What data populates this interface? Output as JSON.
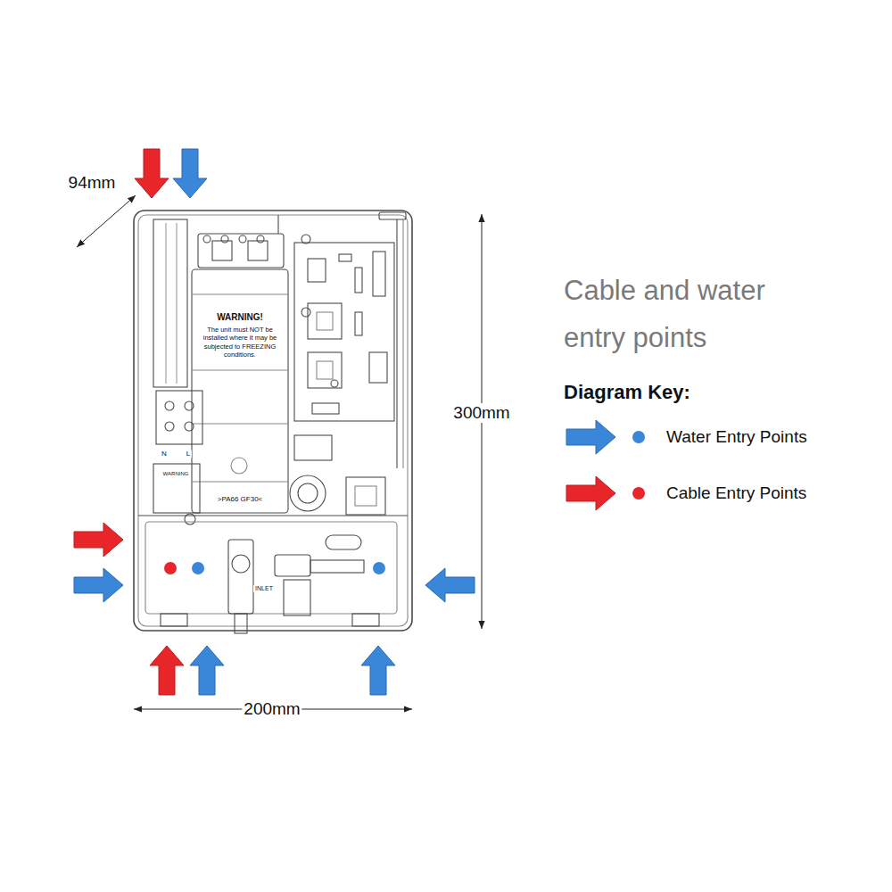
{
  "diagram": {
    "title": "Cable and water entry points",
    "labels": [
      "94mm",
      "300mm",
      "200mm",
      "Diagram Key:",
      "WARNING!",
      "The unit must NOT be installed where it may be subjected to FREEZING conditions.",
      ">PA66 GF30<",
      "N",
      "L",
      "WARNING",
      "INLET"
    ],
    "legend": [
      {
        "text": "Water Entry Points",
        "color": "#3a86d8"
      },
      {
        "text": "Cable Entry Points",
        "color": "#e8262a"
      }
    ]
  }
}
